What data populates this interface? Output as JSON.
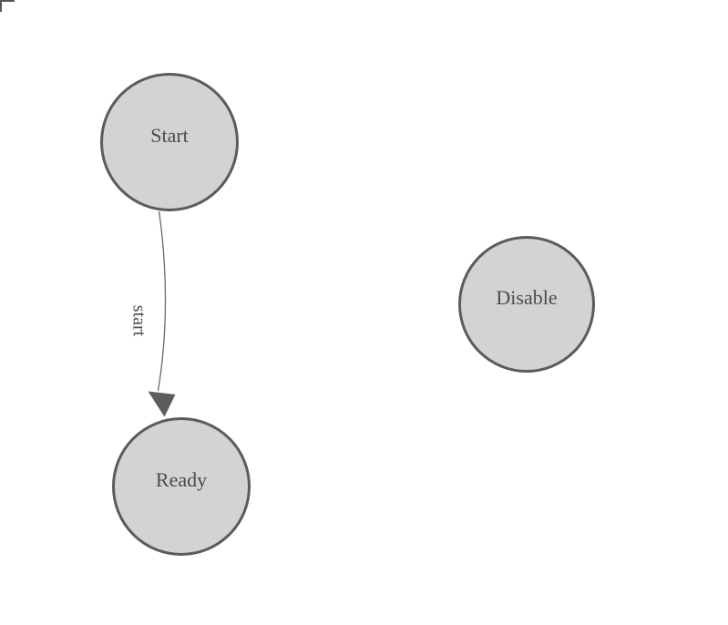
{
  "diagram": {
    "background": "#ffffff",
    "nodes": [
      {
        "id": "start",
        "label": "Start"
      },
      {
        "id": "disable",
        "label": "Disable"
      },
      {
        "id": "ready",
        "label": "Ready"
      }
    ],
    "edges": [
      {
        "from": "start",
        "to": "ready",
        "label": "start"
      }
    ],
    "colors": {
      "node_fill": "#d3d3d3",
      "node_border": "#5b5b5b",
      "label_text": "#4c4c4c",
      "edge_stroke": "#6a6a6a",
      "arrowhead_fill": "#5d5d5d",
      "corner_mark": "#555555"
    }
  }
}
